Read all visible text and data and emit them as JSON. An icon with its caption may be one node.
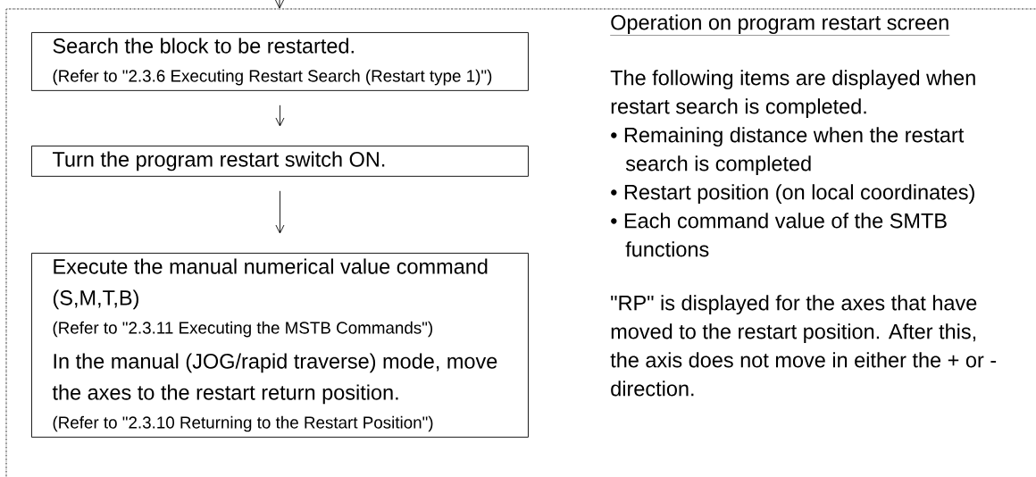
{
  "diagram": {
    "nodes": [
      {
        "text": [],
        "shape": "box"
      },
      {
        "text": [
          "Search the block to be restarted.",
          "(Refer to \"2.3.6 Executing Restart Search (Restart type 1)\")"
        ],
        "in": 0
      },
      {
        "text": [
          "Turn the program restart switch ON."
        ],
        "in": 0
      },
      {
        "text": [
          "Execute the manual numerical value command (S,M,T,B)",
          "(Refer to \"2.3.11 Executing the MSTB Commands\")",
          "In the manual (JOG/rapid traverse) mode, move the axes to the restart return position.",
          "(Refer to \"2.3.10 Returning to the Restart Position\")"
        ],
        "in": 0
      }
    ],
    "edges": [
      {
        "from": null,
        "to": 0,
        "arrow": "to"
      },
      {
        "from": 1,
        "to": 2,
        "arrow": "to"
      },
      {
        "from": 2,
        "to": 3,
        "arrow": "to"
      }
    ],
    "labels": [
      "Operation on program restart screen",
      "The following items are displayed when restart search is completed.",
      "• Remaining distance when the restart search is completed",
      "• Restart position (on local coordinates)",
      "• Each command value of the SMTB functions",
      "\"RP\" is displayed for the axes that have moved to the restart position. After this, the axis does not move in either the + or - direction."
    ]
  }
}
